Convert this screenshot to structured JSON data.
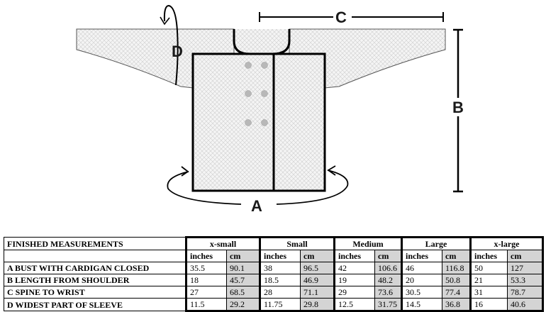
{
  "diagram": {
    "labels": {
      "a": "A",
      "b": "B",
      "c": "C",
      "d": "D"
    }
  },
  "table": {
    "title": "FINISHED MEASUREMENTS",
    "sizes": [
      "x-small",
      "Small",
      "Medium",
      "Large",
      "x-large"
    ],
    "unit_inches": "inches",
    "unit_cm": "cm",
    "rows": [
      {
        "label": "A  BUST WITH CARDIGAN CLOSED",
        "values": [
          [
            "35.5",
            "90.1"
          ],
          [
            "38",
            "96.5"
          ],
          [
            "42",
            "106.6"
          ],
          [
            "46",
            "116.8"
          ],
          [
            "50",
            "127"
          ]
        ]
      },
      {
        "label": "B  LENGTH FROM SHOULDER",
        "values": [
          [
            "18",
            "45.7"
          ],
          [
            "18.5",
            "46.9"
          ],
          [
            "19",
            "48.2"
          ],
          [
            "20",
            "50.8"
          ],
          [
            "21",
            "53.3"
          ]
        ]
      },
      {
        "label": "C  SPINE TO WRIST",
        "values": [
          [
            "27",
            "68.5"
          ],
          [
            "28",
            "71.1"
          ],
          [
            "29",
            "73.6"
          ],
          [
            "30.5",
            "77.4"
          ],
          [
            "31",
            "78.7"
          ]
        ]
      },
      {
        "label": "D  WIDEST PART OF SLEEVE",
        "values": [
          [
            "11.5",
            "29.2"
          ],
          [
            "11.75",
            "29.8"
          ],
          [
            "12.5",
            "31.75"
          ],
          [
            "14.5",
            "36.8"
          ],
          [
            "16",
            "40.6"
          ]
        ]
      }
    ]
  },
  "colors": {
    "outline": "#000000",
    "fill": "#f2f2f2",
    "button": "#b8b8b8",
    "cm_cell": "#d4d4d4"
  }
}
